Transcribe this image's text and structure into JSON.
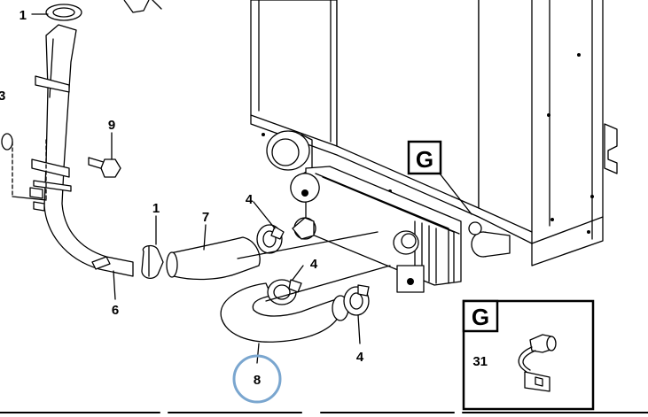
{
  "callouts": {
    "c1_top": "1",
    "c1_mid": "1",
    "c3": "3",
    "c4_a": "4",
    "c4_b": "4",
    "c4_c": "4",
    "c6": "6",
    "c7": "7",
    "c8": "8",
    "c9": "9",
    "c31": "31"
  },
  "detail": {
    "view_letter_main": "G",
    "view_letter_inset": "G"
  },
  "highlight_color": "#7aa6cf"
}
